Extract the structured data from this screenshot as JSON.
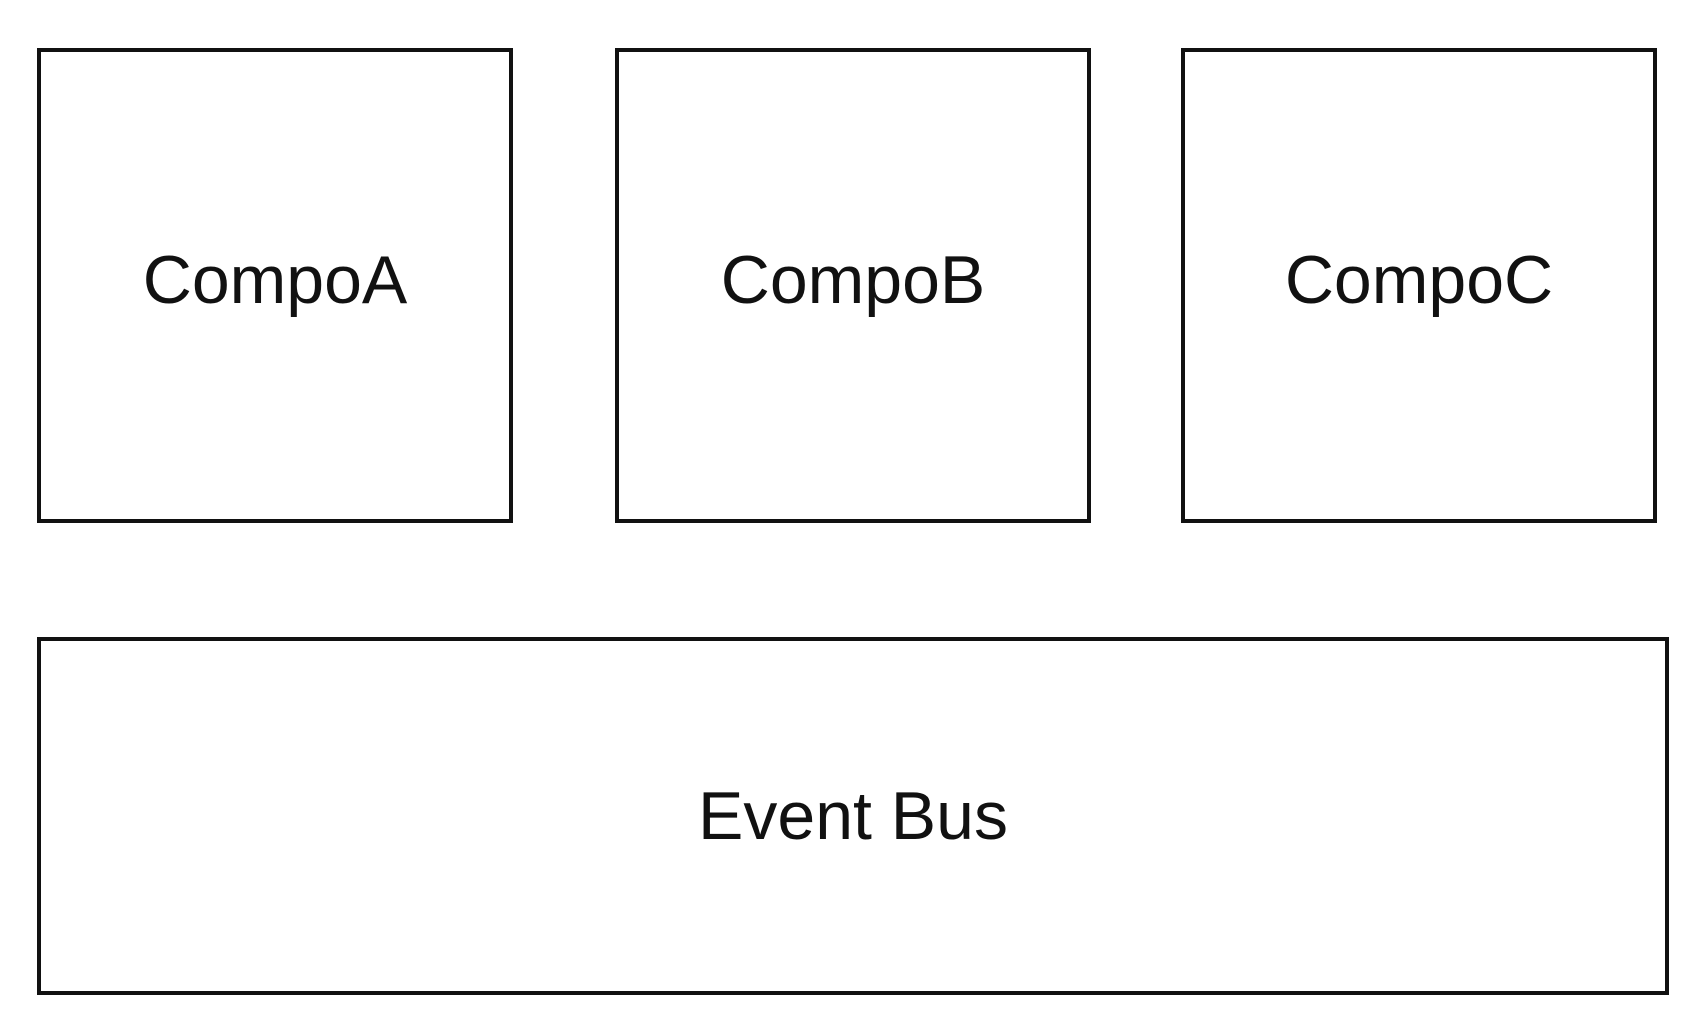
{
  "diagram": {
    "components": [
      {
        "label": "CompoA"
      },
      {
        "label": "CompoB"
      },
      {
        "label": "CompoC"
      }
    ],
    "bus": {
      "label": "Event Bus"
    },
    "colors": {
      "stroke": "#111111",
      "background": "#ffffff",
      "text": "#111111"
    }
  }
}
